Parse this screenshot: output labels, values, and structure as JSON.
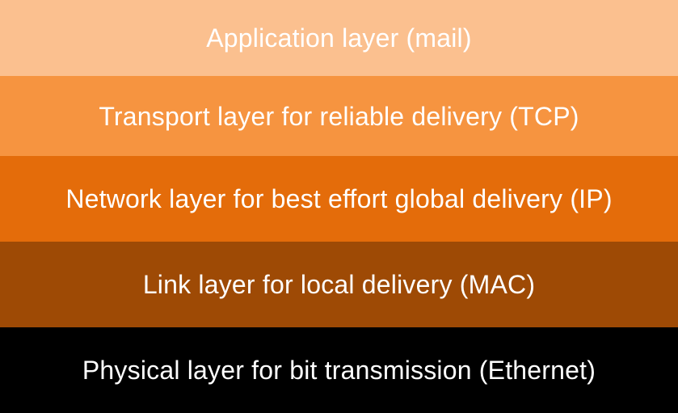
{
  "layers": [
    {
      "label": "Application layer (mail)",
      "color": "#FBC08F"
    },
    {
      "label": "Transport layer for reliable delivery (TCP)",
      "color": "#F69440"
    },
    {
      "label": "Network layer for best effort global delivery (IP)",
      "color": "#E46C0A"
    },
    {
      "label": "Link layer for local delivery (MAC)",
      "color": "#9E4A05"
    },
    {
      "label": "Physical layer for bit transmission (Ethernet)",
      "color": "#000000"
    }
  ]
}
